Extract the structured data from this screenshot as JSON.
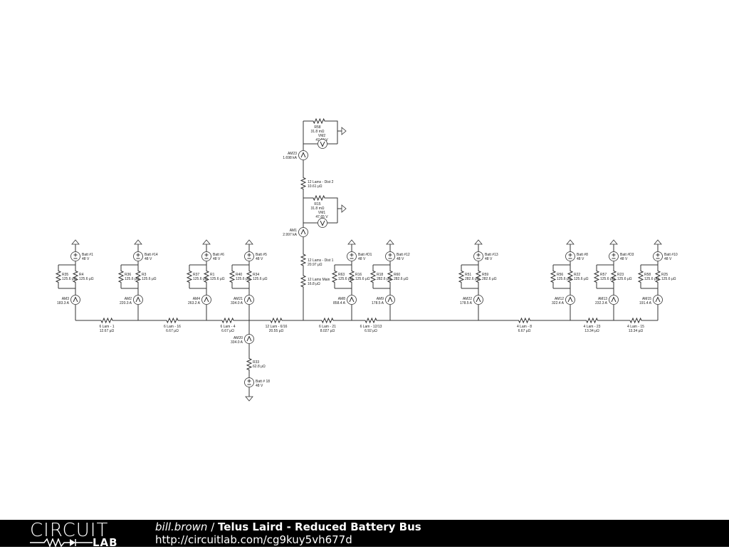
{
  "diagram": {
    "top": {
      "r58": [
        "R58",
        "31.8 mΩ"
      ],
      "vm2": [
        "VM2",
        "47.64 V"
      ],
      "am23": [
        "AM23",
        "1.698 kA"
      ],
      "dist2": [
        "12 Lams - Dist 2",
        "10.61 μΩ"
      ],
      "r15": [
        "R15",
        "31.8 mΩ"
      ],
      "vm1": [
        "VM1",
        "47.65 V"
      ],
      "am1": [
        "AM1",
        "2.997 kA"
      ],
      "dist1": [
        "12 Lams - Dist 1",
        "20.97 μΩ"
      ],
      "main": [
        "12 Lams Main",
        "16.8 μΩ"
      ]
    },
    "branches": [
      {
        "bat": [
          "Batt #1",
          "48 V"
        ],
        "ra": [
          "R35",
          "125.6 μΩ"
        ],
        "rb": [
          "R4",
          "125.6 μΩ"
        ],
        "am": [
          "AM3",
          "183.3 A"
        ]
      },
      {
        "bat": [
          "Batt #14",
          "48 V"
        ],
        "ra": [
          "R36",
          "125.6 μΩ"
        ],
        "rb": [
          "R3",
          "125.6 μΩ"
        ],
        "am": [
          "AM2",
          "220.3 A"
        ]
      },
      {
        "bat": [
          "Batt #6",
          "48 V"
        ],
        "ra": [
          "R37",
          "125.6 μΩ"
        ],
        "rb": [
          "R1",
          "125.6 μΩ"
        ],
        "am": [
          "AM4",
          "263.2 A"
        ]
      },
      {
        "bat": [
          "Batt #5",
          "48 V"
        ],
        "ra": [
          "R40",
          "125.6 μΩ"
        ],
        "rb": [
          "R34",
          "125.6 μΩ"
        ],
        "am": [
          "AM21",
          "334.0 A"
        ]
      },
      {
        "bat": [
          "Batt #D1",
          "48 V"
        ],
        "ra": [
          "R63",
          "125.6 μΩ"
        ],
        "rb": [
          "R16",
          "125.6 μΩ"
        ],
        "am": [
          "AM8",
          "858.4 A"
        ]
      },
      {
        "bat": [
          "Batt #12",
          "48 V"
        ],
        "ra": [
          "R18",
          "282.6 μΩ"
        ],
        "rb": [
          "R60",
          "282.6 μΩ"
        ],
        "am": [
          "AM9",
          "178.5 A"
        ]
      },
      {
        "bat": [
          "Batt #13",
          "48 V"
        ],
        "ra": [
          "R51",
          "282.6 μΩ"
        ],
        "rb": [
          "R59",
          "282.6 μΩ"
        ],
        "am": [
          "AM22",
          "178.5 A"
        ]
      },
      {
        "bat": [
          "Batt #8",
          "48 V"
        ],
        "ra": [
          "R56",
          "125.6 μΩ"
        ],
        "rb": [
          "R22",
          "125.6 μΩ"
        ],
        "am": [
          "AM12",
          "322.4 A"
        ]
      },
      {
        "bat": [
          "Batt #D3",
          "48 V"
        ],
        "ra": [
          "R57",
          "125.6 μΩ"
        ],
        "rb": [
          "R23",
          "125.6 μΩ"
        ],
        "am": [
          "AM13",
          "232.3 A"
        ]
      },
      {
        "bat": [
          "Batt #10",
          "48 V"
        ],
        "ra": [
          "R58",
          "125.6 μΩ"
        ],
        "rb": [
          "R25",
          "125.6 μΩ"
        ],
        "am": [
          "AM15",
          "191.4 A"
        ]
      }
    ],
    "bus_resistors": [
      [
        "6 Lam - 1",
        "12.67 μΩ"
      ],
      [
        "6 Lam - 16",
        "6.67 μΩ"
      ],
      [
        "6 Lam - 4",
        "6.67 μΩ"
      ],
      [
        "12 Lam - 6/16",
        "20.55 μΩ"
      ],
      [
        "6 Lam - 21",
        "8.027 μΩ"
      ],
      [
        "6 Lam - 12/13",
        "6.92 μΩ"
      ],
      [
        "4 Lam - 8",
        "6.67 μΩ"
      ],
      [
        "4 Lam - 23",
        "13.34 μΩ"
      ],
      [
        "4 Lam - 15",
        "13.34 μΩ"
      ]
    ],
    "lower": {
      "am20": [
        "AM20",
        "334.0 A"
      ],
      "r33": [
        "R33",
        "62.8 μΩ"
      ],
      "bat": [
        "Batt # 18",
        "48 V"
      ]
    }
  },
  "footer": {
    "logo_top": "CIRCUIT",
    "logo_bottom": "LAB",
    "author": "bill.brown",
    "separator": " / ",
    "title": "Telus Laird - Reduced Battery Bus",
    "url": "http://circuitlab.com/cg9kuy5vh677d"
  }
}
